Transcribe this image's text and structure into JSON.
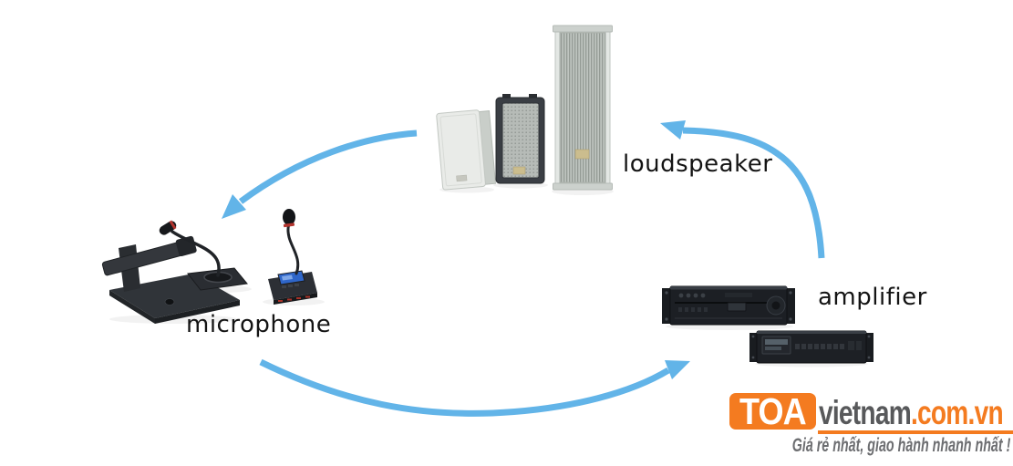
{
  "diagram": {
    "labels": {
      "loudspeaker": "loudspeaker",
      "microphone": "microphone",
      "amplifier": "amplifier"
    },
    "flow": [
      {
        "from": "microphone",
        "to": "amplifier"
      },
      {
        "from": "amplifier",
        "to": "loudspeaker"
      },
      {
        "from": "loudspeaker",
        "to": "microphone"
      }
    ],
    "arrow_color": "#62B4E8",
    "device_groups": [
      {
        "id": "loudspeaker-group",
        "items": [
          "wall-box-speaker",
          "grille-box-speaker",
          "column-speaker"
        ]
      },
      {
        "id": "microphone-group",
        "items": [
          "desk-microphone",
          "gooseneck-base-microphone",
          "console-gooseneck-microphone"
        ]
      },
      {
        "id": "amplifier-group",
        "items": [
          "rack-amplifier-large",
          "rack-amplifier-slim"
        ]
      }
    ]
  },
  "branding": {
    "logo_text": "TOA",
    "domain_name": "vietnam",
    "domain_suffix": ".com.vn",
    "tagline": "Giá rẻ nhất, giao hành nhanh nhất !",
    "colors": {
      "brand_orange": "#F47B20",
      "domain_gray": "#58595B",
      "tagline_gray": "#6D6E71"
    }
  }
}
